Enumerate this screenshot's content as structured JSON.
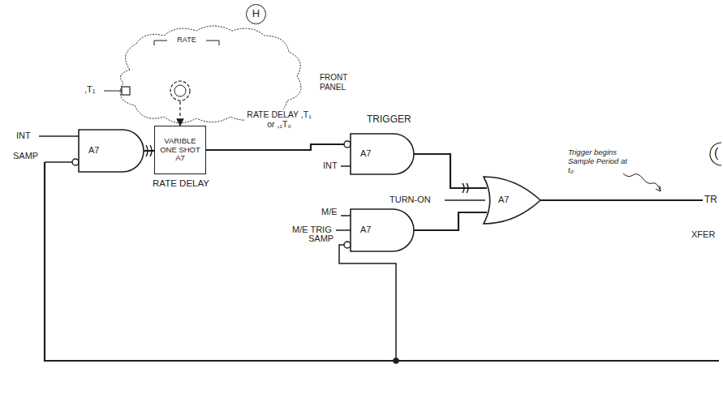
{
  "diagram": {
    "nodes": [
      {
        "text": [
          "H"
        ]
      },
      {
        "text": [
          "RATE",
          "FRONT PANEL"
        ]
      },
      {
        "text": [
          "A7"
        ]
      },
      {
        "text": [
          "VARIBLE ONE SHOT A7",
          "RATE DELAY"
        ]
      },
      {
        "text": [
          "A7"
        ]
      },
      {
        "text": [
          "A7"
        ]
      },
      {
        "text": [
          "A7"
        ]
      }
    ],
    "edges": [
      {
        "from": 2,
        "to": 3,
        "arrow": "none"
      },
      {
        "from": 1,
        "to": 3,
        "arrow": "to"
      },
      {
        "from": 3,
        "to": 4,
        "label": "RATE DELAY ,T₁ or ,₁T₀",
        "arrow": "none"
      },
      {
        "from": 4,
        "to": 6,
        "arrow": "none"
      },
      {
        "from": 5,
        "to": 6,
        "arrow": "none"
      }
    ],
    "labels": [
      "INT",
      "SAMP",
      ",T₁",
      "TRIGGER",
      "INT",
      "TURN-ON",
      "M/E",
      "M/E TRIG",
      "SAMP",
      "Trigger begins Sample Period at t₀",
      "TR",
      "XFER",
      "("
    ]
  }
}
